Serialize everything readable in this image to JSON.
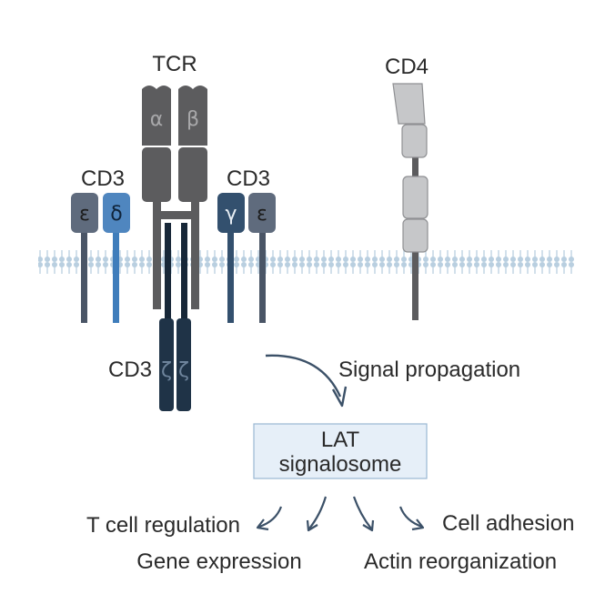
{
  "labels": {
    "tcr": "TCR",
    "tcr_alpha": "α",
    "tcr_beta": "β",
    "cd3_left": "CD3",
    "cd3_right": "CD3",
    "cd3_zeta_label": "CD3",
    "epsilon_left": "ε",
    "delta": "δ",
    "gamma": "γ",
    "epsilon_right": "ε",
    "zeta_1": "ζ",
    "zeta_2": "ζ",
    "cd4": "CD4",
    "signal_propagation": "Signal propagation",
    "lat_line1": "LAT",
    "lat_line2": "signalosome",
    "t_cell_regulation": "T cell regulation",
    "gene_expression": "Gene expression",
    "actin_reorganization": "Actin reorganization",
    "cell_adhesion": "Cell adhesion"
  },
  "colors": {
    "membrane": "#b9cfe0",
    "tcr_body": "#5c5c5e",
    "cd3_epsilon": "#5f6b7d",
    "cd3_delta": "#4f86bf",
    "cd3_gamma": "#33506e",
    "zeta": "#1f3347",
    "cd4": "#c6c7c9",
    "lat_fill": "#e6eff8",
    "arrow": "#3c5168"
  },
  "icons": {
    "curved_arrow": "curved-arrow-icon",
    "output_arrows": "down-arrow-icon"
  }
}
